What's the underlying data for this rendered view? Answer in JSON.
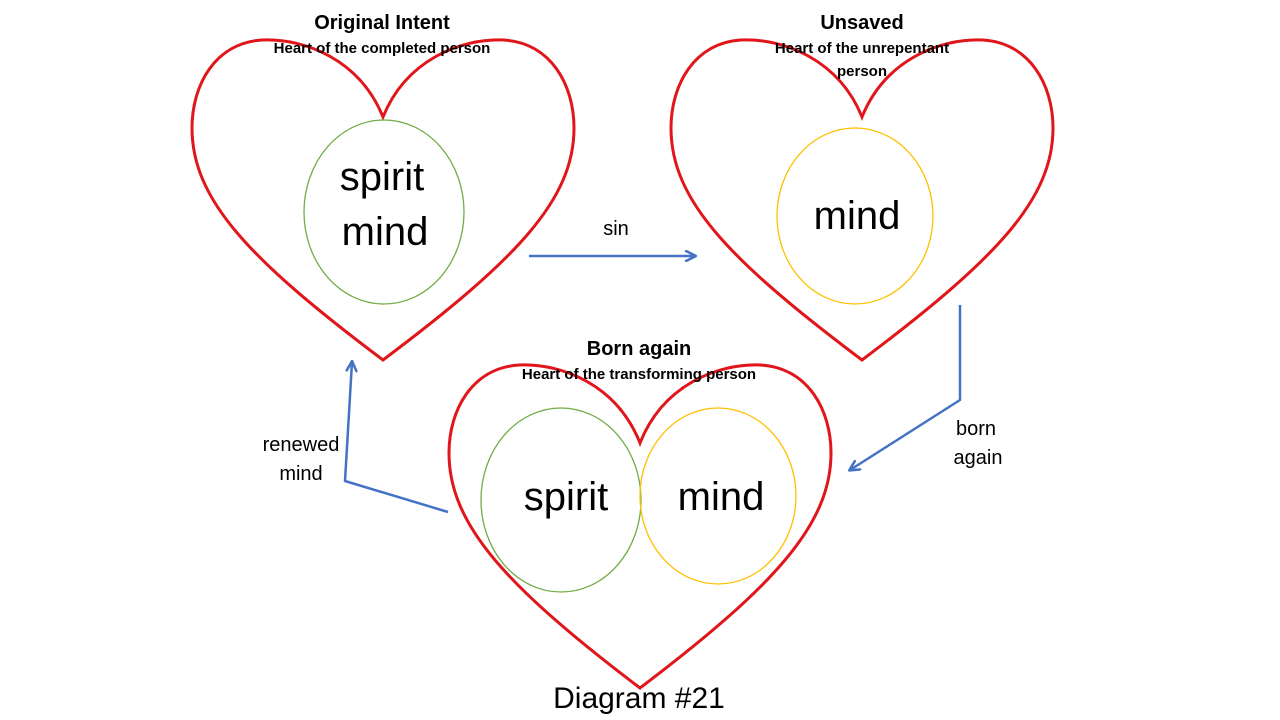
{
  "colors": {
    "heart": "#e0161b",
    "spirit": "#70ad47",
    "mind": "#ffc000",
    "arrow": "#4472c4"
  },
  "nodes": {
    "original": {
      "title": "Original Intent",
      "subtitle": "Heart of the completed person",
      "spirit": "spirit",
      "mind": "mind"
    },
    "unsaved": {
      "title": "Unsaved",
      "subtitle_line1": "Heart of the unrepentant",
      "subtitle_line2": "person",
      "mind": "mind"
    },
    "born_again": {
      "title": "Born again",
      "subtitle": "Heart of the transforming person",
      "spirit": "spirit",
      "mind": "mind"
    }
  },
  "edges": {
    "sin": "sin",
    "born_again_line1": "born",
    "born_again_line2": "again",
    "renewed_line1": "renewed",
    "renewed_line2": "mind"
  },
  "caption": "Diagram #21"
}
